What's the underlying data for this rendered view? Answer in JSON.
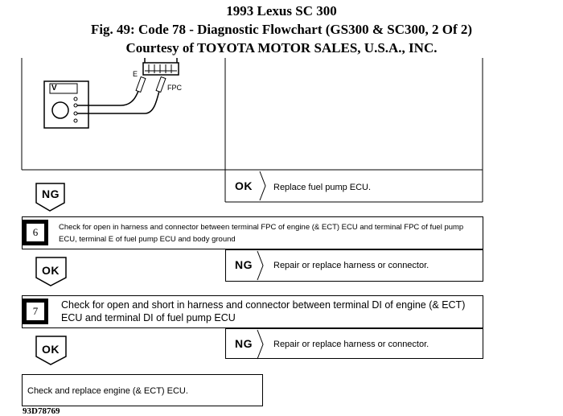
{
  "header": {
    "line1": "1993 Lexus SC 300",
    "line2": "Fig. 49: Code 78 - Diagnostic Flowchart (GS300 & SC300, 2 Of 2)",
    "line3": "Courtesy of TOYOTA MOTOR SALES, U.S.A., INC."
  },
  "diagram": {
    "meter_label": "V",
    "terminal_e": "E",
    "terminal_fpc": "FPC"
  },
  "result_ng": "NG",
  "result_ok": "OK",
  "step_ok_action": "Replace fuel pump ECU.",
  "step6": {
    "number": "6",
    "text": "Check for open in harness and connector between terminal FPC of engine (& ECT) ECU and terminal FPC of fuel pump ECU, terminal E of fuel pump ECU and body ground",
    "ng_action": "Repair or replace harness or connector."
  },
  "step7": {
    "number": "7",
    "text": "Check for open and short in harness and connector between terminal DI of engine (& ECT) ECU and terminal DI of fuel pump ECU",
    "ng_action": "Repair or replace harness or connector."
  },
  "final_action": "Check and replace engine (& ECT) ECU.",
  "figure_id": "93D78769"
}
